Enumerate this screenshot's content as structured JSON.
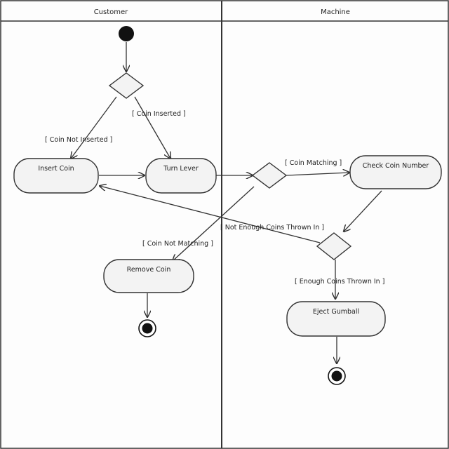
{
  "diagram": {
    "type": "uml-activity",
    "lanes": [
      {
        "id": "customer",
        "label": "Customer"
      },
      {
        "id": "machine",
        "label": "Machine"
      }
    ],
    "actions": {
      "insert_coin": "Insert Coin",
      "turn_lever": "Turn Lever",
      "check_coin_number": "Check Coin Number",
      "remove_coin": "Remove Coin",
      "eject_gumball": "Eject Gumball"
    },
    "guards": {
      "coin_inserted": "[ Coin Inserted ]",
      "coin_not_inserted": "[ Coin Not Inserted ]",
      "coin_matching": "[ Coin Matching ]",
      "coin_not_matching": "[ Coin Not Matching ]",
      "not_enough_coins": "[ Not Enough Coins Thrown In ]",
      "enough_coins": "[ Enough Coins Thrown In ]"
    },
    "colors": {
      "line": "#333333",
      "node_fill": "#f3f3f3",
      "background": "#fdfdfd"
    }
  }
}
